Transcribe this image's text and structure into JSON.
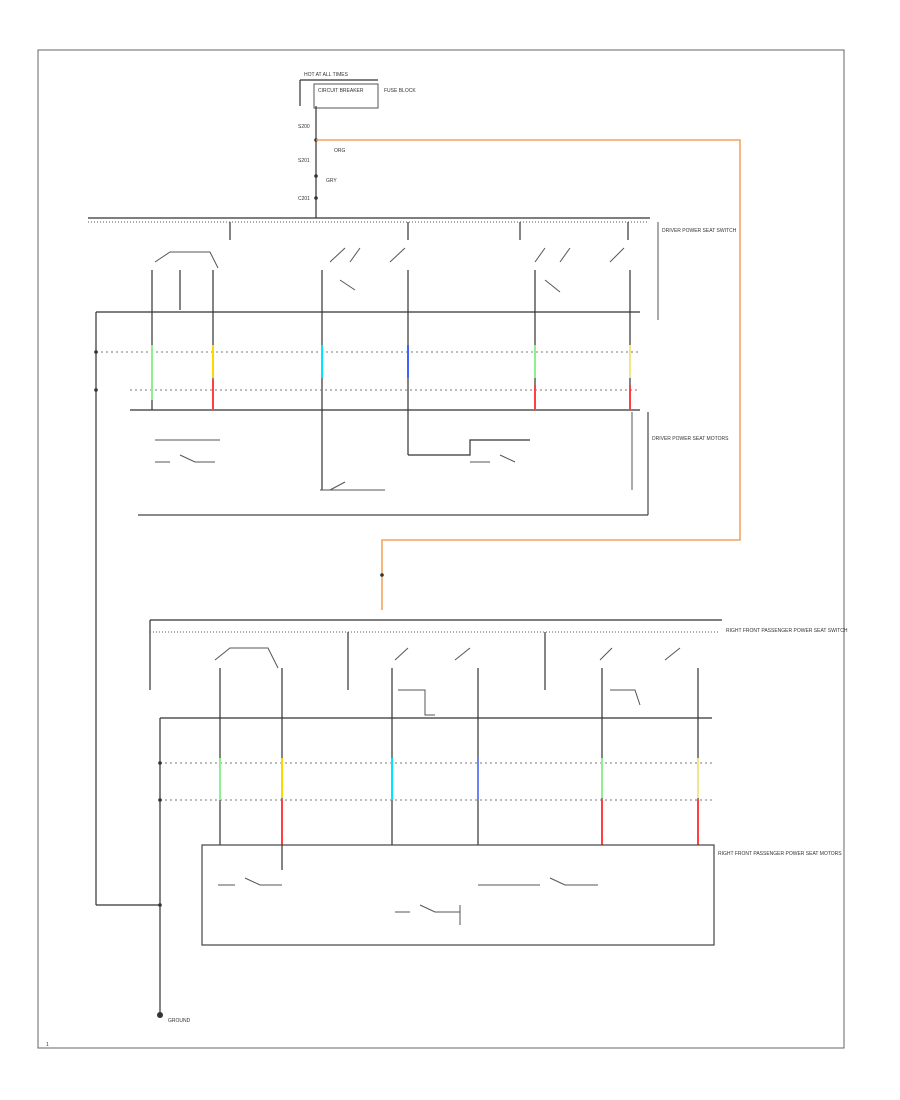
{
  "diagram": {
    "top_source_label": "HOT AT ALL TIMES",
    "top_fuse_label": "CIRCUIT BREAKER",
    "top_fuse_note": "FUSE BLOCK",
    "wire_colors": {
      "orange": "#f4a460",
      "light_green": "#90ee90",
      "yellow": "#ffd700",
      "red": "#ff4040",
      "cyan": "#00e5ff",
      "blue": "#4060ff",
      "tan": "#f0e68c"
    },
    "sections": [
      {
        "name": "driver-seat-switch",
        "label": "DRIVER POWER SEAT SWITCH"
      },
      {
        "name": "driver-seat-motors",
        "label": "DRIVER POWER SEAT MOTORS"
      },
      {
        "name": "passenger-seat-switch",
        "label": "RIGHT FRONT PASSENGER POWER SEAT SWITCH"
      },
      {
        "name": "passenger-seat-motors",
        "label": "RIGHT FRONT PASSENGER POWER SEAT MOTORS"
      }
    ],
    "ground_label": "GROUND",
    "page_number": "1"
  }
}
